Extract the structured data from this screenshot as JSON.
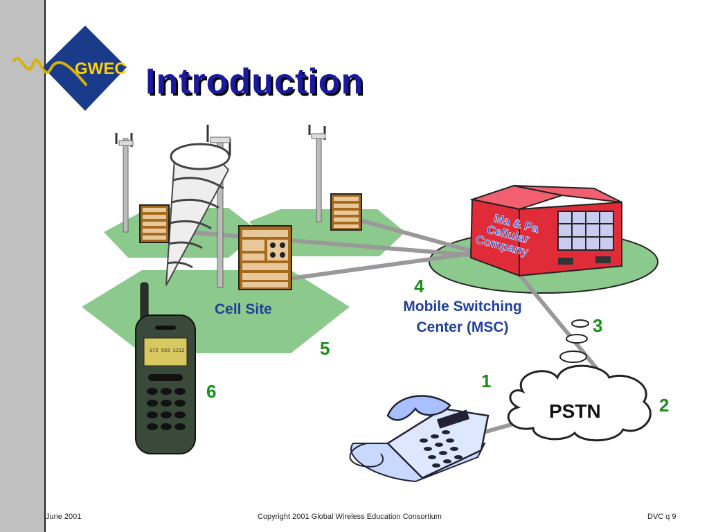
{
  "slide": {
    "title": "Introduction",
    "logo_text": "GWEC"
  },
  "diagram": {
    "cell_site_label": "Cell Site",
    "msc_label_line1": "Mobile Switching",
    "msc_label_line2": "Center (MSC)",
    "company_sign": [
      "Ma & Pa",
      "Cellular",
      "Company"
    ],
    "pstn_label": "PSTN",
    "phone_display": "972 555 1212",
    "steps": [
      "1",
      "2",
      "3",
      "4",
      "5",
      "6"
    ]
  },
  "footer": {
    "date": "June 2001",
    "copyright": "Copyright 2001 Global Wireless Education Consortium",
    "page": "DVC q  9"
  },
  "colors": {
    "title": "#1a1a9c",
    "step_number": "#1a8c1a",
    "label_blue": "#1f3f99",
    "cell_green": "#8cc98c",
    "building_red": "#e02b38",
    "logo_diamond": "#1a3a8a"
  }
}
